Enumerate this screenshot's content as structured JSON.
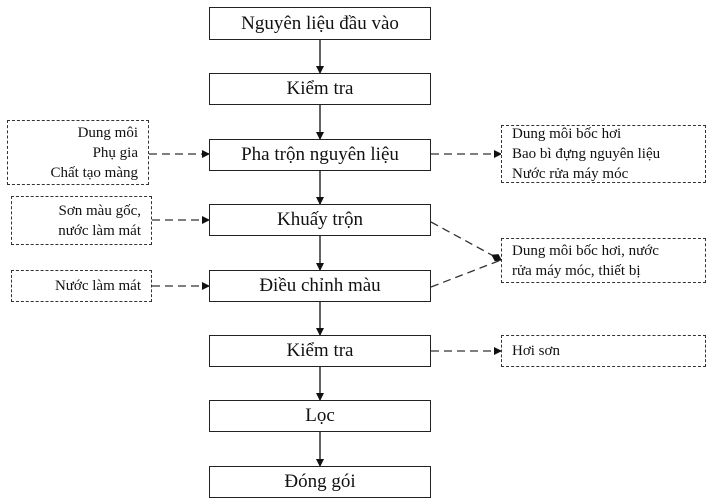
{
  "diagram": {
    "main_steps": [
      {
        "id": "raw-materials",
        "label": "Nguyên liệu đầu vào"
      },
      {
        "id": "inspection-1",
        "label": "Kiểm tra"
      },
      {
        "id": "mixing",
        "label": "Pha trộn nguyên liệu"
      },
      {
        "id": "stirring",
        "label": "Khuấy trộn"
      },
      {
        "id": "color-adjust",
        "label": "Điều chỉnh màu"
      },
      {
        "id": "inspection-2",
        "label": "Kiểm tra"
      },
      {
        "id": "filtering",
        "label": "Lọc"
      },
      {
        "id": "packaging",
        "label": "Đóng gói"
      }
    ],
    "inputs": [
      {
        "id": "input-mixing",
        "target": "mixing",
        "lines": [
          "Dung môi",
          "Phụ gia",
          "Chất tạo màng"
        ]
      },
      {
        "id": "input-stirring",
        "target": "stirring",
        "lines": [
          "Sơn màu gốc,",
          "nước làm mát"
        ]
      },
      {
        "id": "input-color",
        "target": "color-adjust",
        "lines": [
          "Nước làm mát"
        ]
      }
    ],
    "outputs": [
      {
        "id": "output-mixing",
        "sources": [
          "mixing"
        ],
        "lines": [
          "Dung môi bốc hơi",
          "Bao bì đựng nguyên liệu",
          "Nước rửa máy móc"
        ]
      },
      {
        "id": "output-stir-color",
        "sources": [
          "stirring",
          "color-adjust"
        ],
        "lines": [
          "Dung môi bốc hơi, nước",
          "rửa máy móc, thiết bị"
        ]
      },
      {
        "id": "output-inspection",
        "sources": [
          "inspection-2"
        ],
        "lines": [
          "Hơi sơn"
        ]
      }
    ]
  }
}
